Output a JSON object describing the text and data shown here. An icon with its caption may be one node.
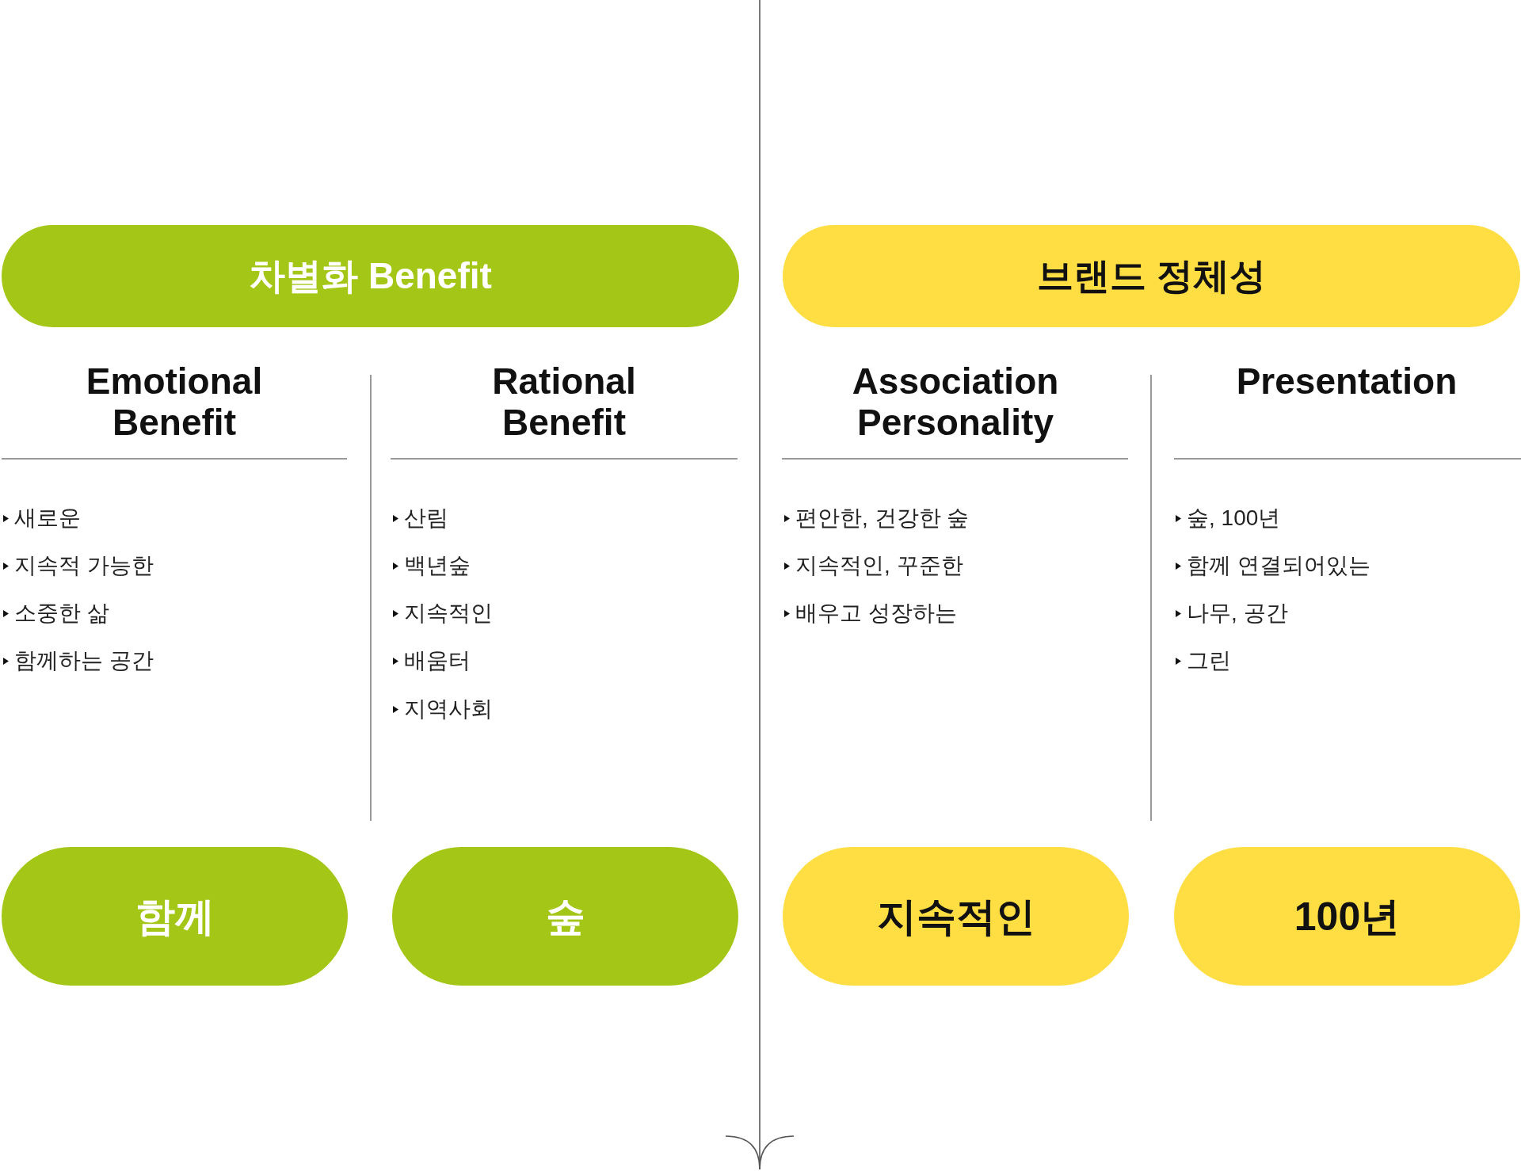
{
  "diagram": {
    "nodes": [
      {
        "text": [
          "차별화 Benefit"
        ]
      },
      {
        "text": [
          "브랜드 정체성"
        ]
      },
      {
        "text": [
          "함께"
        ]
      },
      {
        "text": [
          "숲"
        ]
      },
      {
        "text": [
          "지속적인"
        ]
      },
      {
        "text": [
          "100년"
        ]
      }
    ],
    "labels": [
      "Emotional Benefit",
      "새로운",
      "지속적 가능한",
      "소중한 삶",
      "함께하는 공간",
      "Rational Benefit",
      "산림",
      "백년숲",
      "지속적인",
      "배움터",
      "지역사회",
      "Association Personality",
      "편안한, 건강한 숲",
      "지속적인, 꾸준한",
      "배우고 성장하는",
      "Presentation",
      "숲, 100년",
      "함께 연결되어있는",
      "나무, 공간",
      "그린"
    ]
  }
}
